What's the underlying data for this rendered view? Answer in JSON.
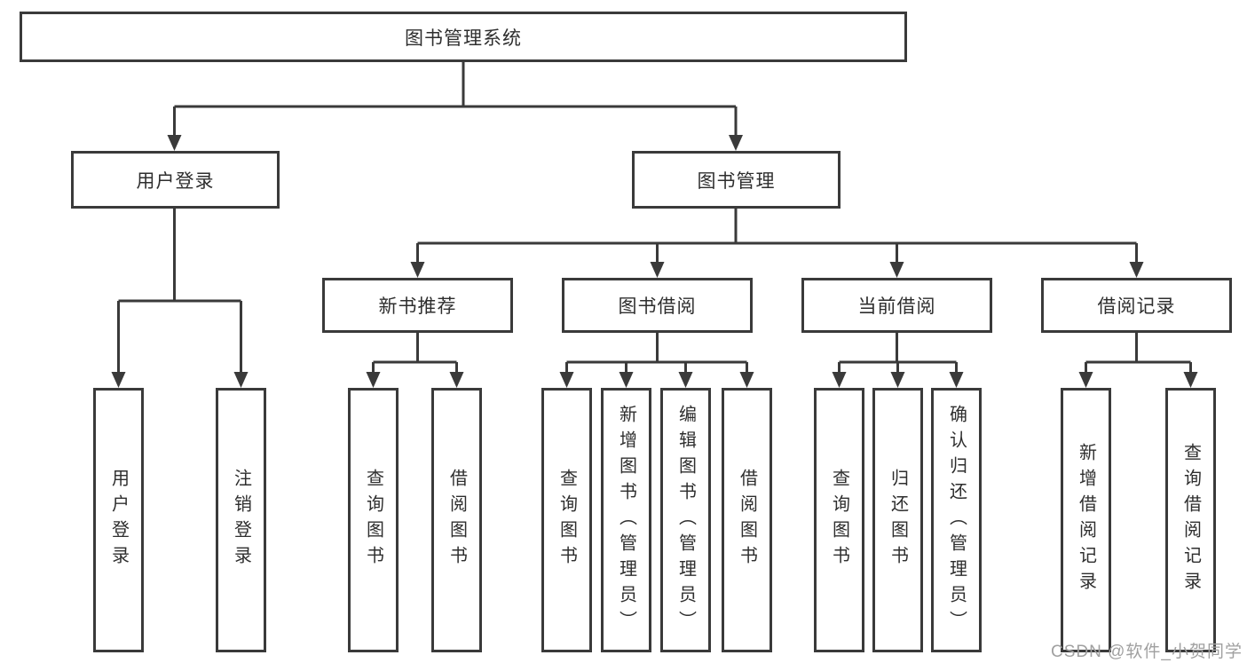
{
  "title": "图书管理系统",
  "watermark": "CSDN @软件_小贺同学",
  "colors": {
    "background": "#ffffff",
    "line": "#3a3a3a",
    "box_border": "#3a3a3a",
    "text": "#2e2e2e",
    "watermark": "#a0a0a0"
  },
  "nodes": {
    "root": {
      "label": "图书管理系统"
    },
    "level2": [
      {
        "label": "用户登录"
      },
      {
        "label": "图书管理"
      }
    ],
    "level3": [
      {
        "label": "新书推荐",
        "parent": "图书管理"
      },
      {
        "label": "图书借阅",
        "parent": "图书管理"
      },
      {
        "label": "当前借阅",
        "parent": "图书管理"
      },
      {
        "label": "借阅记录",
        "parent": "图书管理"
      }
    ],
    "leaves": [
      {
        "label": "用户登录",
        "parent": "用户登录"
      },
      {
        "label": "注销登录",
        "parent": "用户登录"
      },
      {
        "label": "查询图书",
        "parent": "新书推荐"
      },
      {
        "label": "借阅图书",
        "parent": "新书推荐"
      },
      {
        "label": "查询图书",
        "parent": "图书借阅"
      },
      {
        "label": "新增图书（管理员）",
        "parent": "图书借阅"
      },
      {
        "label": "编辑图书（管理员）",
        "parent": "图书借阅"
      },
      {
        "label": "借阅图书",
        "parent": "图书借阅"
      },
      {
        "label": "查询图书",
        "parent": "当前借阅"
      },
      {
        "label": "归还图书",
        "parent": "当前借阅"
      },
      {
        "label": "确认归还（管理员）",
        "parent": "当前借阅"
      },
      {
        "label": "新增借阅记录",
        "parent": "借阅记录"
      },
      {
        "label": "查询借阅记录",
        "parent": "借阅记录"
      }
    ]
  }
}
